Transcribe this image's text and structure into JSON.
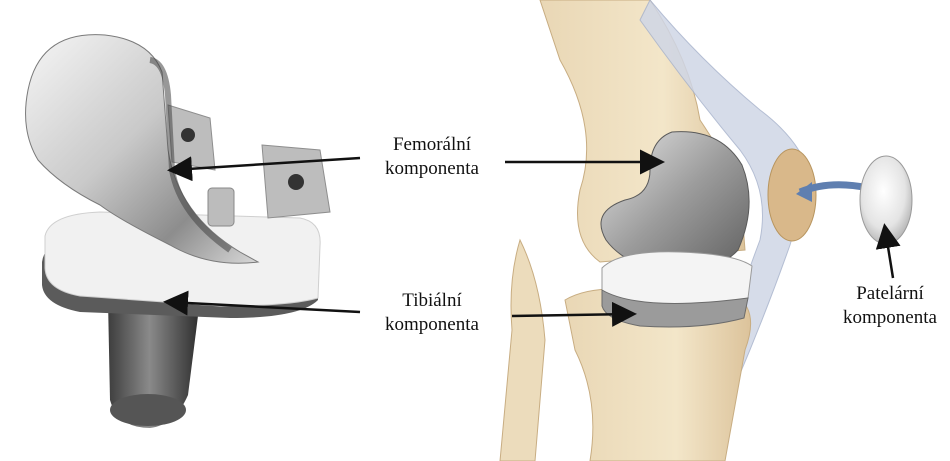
{
  "labels": {
    "femoral": {
      "line1": "Femorální",
      "line2": "komponenta"
    },
    "tibial": {
      "line1": "Tibiální",
      "line2": "komponenta"
    },
    "patellar": {
      "line1": "Patelární",
      "line2": "komponenta"
    }
  }
}
